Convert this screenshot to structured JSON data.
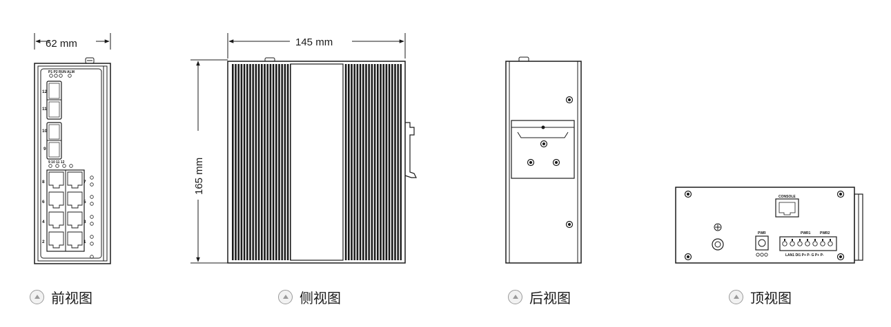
{
  "dimensions": {
    "front_width": "62 mm",
    "side_width": "145 mm",
    "side_height": "165 mm"
  },
  "front_panel": {
    "led_top_labels": "P1 P2 RUN ALM",
    "sfp_labels": [
      "12",
      "11",
      "10",
      "9"
    ],
    "sfp_led_labels": "9  10  11  12",
    "rj45_left_labels": [
      "8",
      "6",
      "4",
      "2"
    ],
    "rj45_right_labels": [
      "7",
      "5",
      "3",
      "1"
    ]
  },
  "top_panel": {
    "console_label": "CONSOLE",
    "pwr_label": "PWR",
    "terminal_label_1": "PWR1",
    "terminal_label_2": "PWR2",
    "terminal_pin_labels": "LAN1 DI1 P+ P- G P+ P-"
  },
  "captions": {
    "front": "前视图",
    "side": "侧视图",
    "back": "后视图",
    "top": "顶视图"
  },
  "colors": {
    "line": "#1a1a1a",
    "caption_icon": "#9a9a9a"
  }
}
